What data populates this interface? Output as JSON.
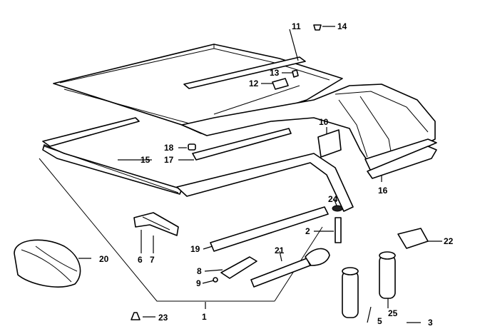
{
  "diagram": {
    "part_numbers": {
      "p1": "1",
      "p2": "2",
      "p3": "3",
      "p5": "5",
      "p6": "6",
      "p7": "7",
      "p8": "8",
      "p9": "9",
      "p10": "10",
      "p11": "11",
      "p12": "12",
      "p13": "13",
      "p14": "14",
      "p15": "15",
      "p16": "16",
      "p17": "17",
      "p18": "18",
      "p19": "19",
      "p20": "20",
      "p21": "21",
      "p22": "22",
      "p23": "23",
      "p24": "24",
      "p25": "25"
    },
    "icons": [
      "hardtop-shell",
      "roof-panel",
      "side-frame",
      "rear-seal",
      "mount-bracket",
      "wrench-tool",
      "storage-cover",
      "locating-pin",
      "guide-cap"
    ]
  }
}
